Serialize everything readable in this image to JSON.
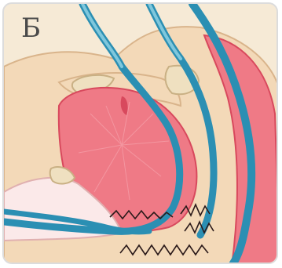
{
  "panel": {
    "label": "Б"
  },
  "colors": {
    "background": "#f6ead6",
    "skin": "#f3d9b8",
    "skin_outline": "#d9b48b",
    "airway_blue": "#2b8fb3",
    "airway_light": "#7fc7dc",
    "tongue_red": "#ef7a86",
    "tongue_dark": "#d8495d",
    "bone": "#efe0c0",
    "bone_outline": "#c9b084",
    "snore_lines": "#2b1a1a"
  },
  "icons": [
    "airflow-stream",
    "snoring-vibration-lines"
  ]
}
